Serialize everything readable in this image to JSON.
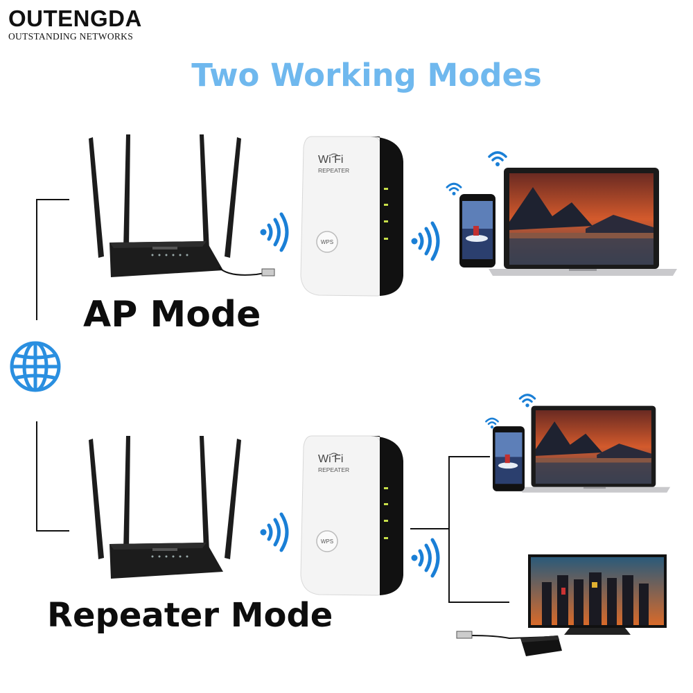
{
  "brand": {
    "name": "OUTENGDA",
    "tagline": "OUTSTANDING NETWORKS"
  },
  "headline": "Two Working Modes",
  "modes": [
    {
      "title": "AP Mode"
    },
    {
      "title": "Repeater Mode"
    }
  ],
  "repeater_device": {
    "wifi_label": "Wi  Fi",
    "type_label": "REPEATER",
    "button_label": "WPS"
  },
  "colors": {
    "headline": "#6fb8ee",
    "signal": "#1a7fd6",
    "globe": "#2a8fe0",
    "router": "#1c1c1c",
    "repeater_body": "#f4f4f4",
    "repeater_side": "#111111",
    "led": "#c8e04a"
  },
  "icons": [
    "globe-icon",
    "wifi-signal-icon",
    "router-image",
    "repeater-image",
    "smartphone-image",
    "laptop-image",
    "tv-image",
    "tv-box-image"
  ]
}
